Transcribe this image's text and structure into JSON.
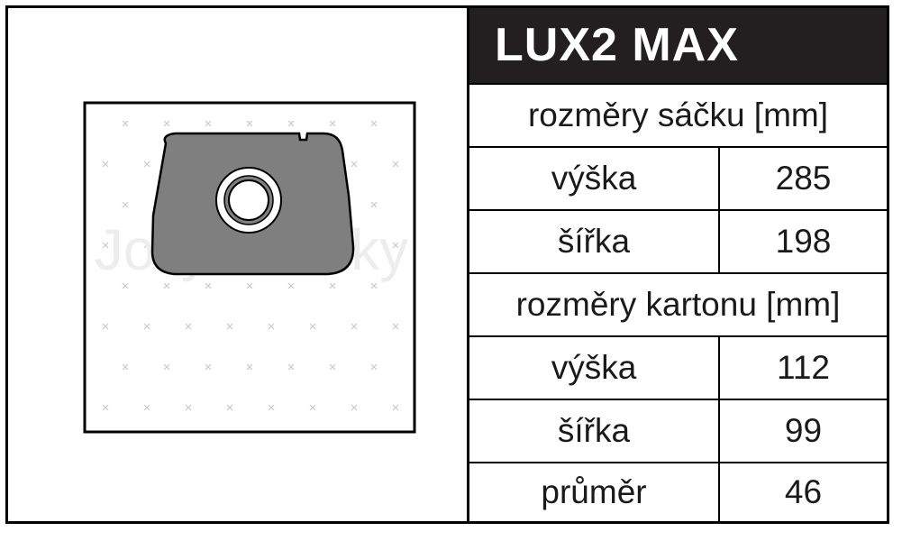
{
  "title": "LUX2 MAX",
  "watermark": "Jolly - sáčky",
  "bag_section": {
    "header": "rozměry sáčku [mm]",
    "rows": [
      {
        "label": "výška",
        "value": "285"
      },
      {
        "label": "šířka",
        "value": "198"
      }
    ]
  },
  "carton_section": {
    "header": "rozměry kartonu [mm]",
    "rows": [
      {
        "label": "výška",
        "value": "112"
      },
      {
        "label": "šířka",
        "value": "99"
      },
      {
        "label": "průměr",
        "value": "46"
      }
    ]
  },
  "colors": {
    "title_bg": "#231f20",
    "plate_fill": "#7f7f7f",
    "border": "#000000",
    "pattern": "#c8c8c8"
  }
}
